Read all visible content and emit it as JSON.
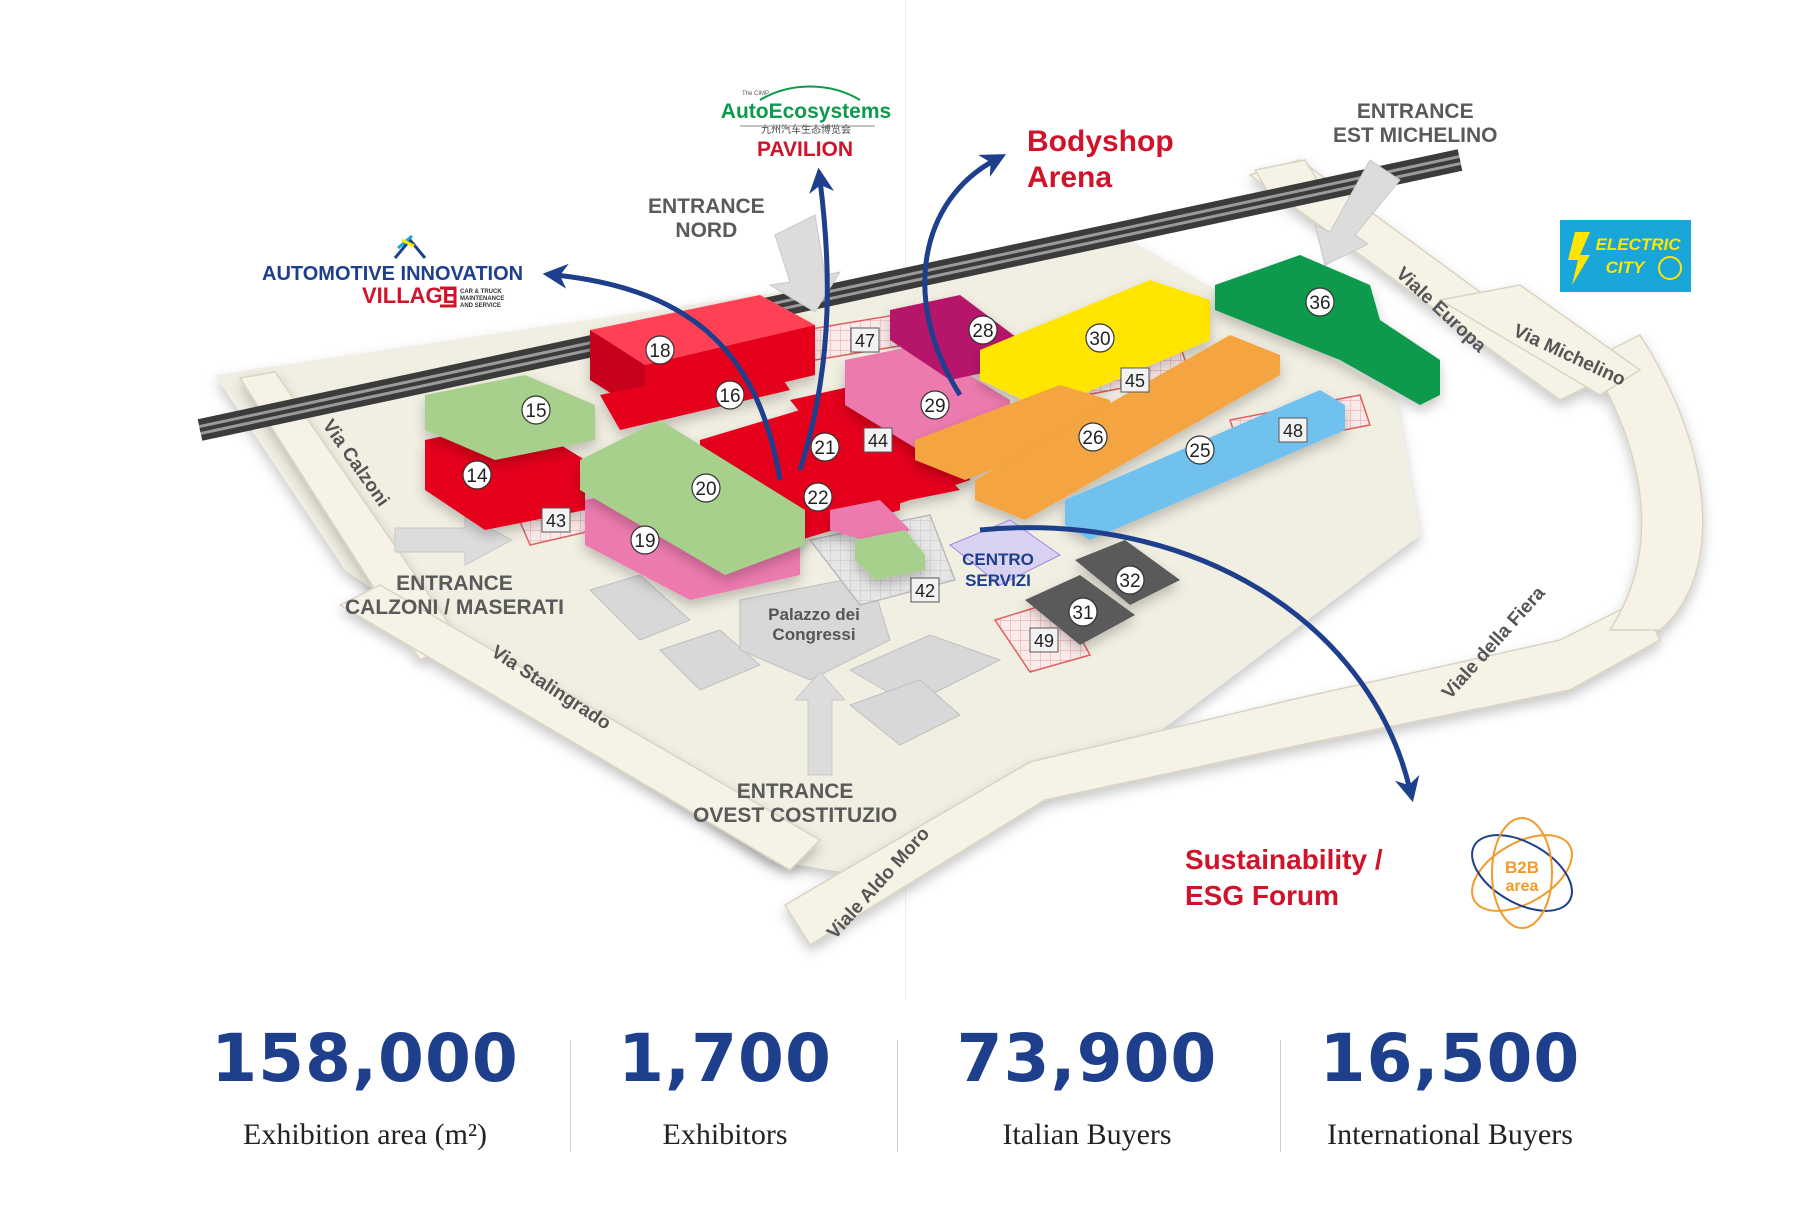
{
  "map": {
    "halls": [
      {
        "id": "14",
        "label": "14"
      },
      {
        "id": "15",
        "label": "15"
      },
      {
        "id": "16",
        "label": "16"
      },
      {
        "id": "18",
        "label": "18"
      },
      {
        "id": "19",
        "label": "19"
      },
      {
        "id": "20",
        "label": "20"
      },
      {
        "id": "21",
        "label": "21"
      },
      {
        "id": "22",
        "label": "22"
      },
      {
        "id": "25",
        "label": "25"
      },
      {
        "id": "26",
        "label": "26"
      },
      {
        "id": "28",
        "label": "28"
      },
      {
        "id": "29",
        "label": "29"
      },
      {
        "id": "30",
        "label": "30"
      },
      {
        "id": "31",
        "label": "31"
      },
      {
        "id": "32",
        "label": "32"
      },
      {
        "id": "36",
        "label": "36"
      }
    ],
    "areas": [
      "42",
      "43",
      "44",
      "45",
      "47",
      "48",
      "49"
    ],
    "streets": {
      "via_calzoni": "Via Calzoni",
      "via_stalingrado": "Via Stalingrado",
      "viale_aldo_moro": "Viale Aldo Moro",
      "viale_della_fiera": "Viale della Fiera",
      "viale_europa": "Viale Europa",
      "via_michelino": "Via Michelino"
    },
    "entrances": {
      "nord_1": "ENTRANCE",
      "nord_2": "NORD",
      "est_1": "ENTRANCE",
      "est_2": "EST MICHELINO",
      "calzoni_1": "ENTRANCE",
      "calzoni_2": "CALZONI / MASERATI",
      "ovest_1": "ENTRANCE",
      "ovest_2": "OVEST COSTITUZIO"
    },
    "buildings": {
      "palazzo_1": "Palazzo dei",
      "palazzo_2": "Congressi",
      "centro_1": "CENTRO",
      "centro_2": "SERVIZI"
    },
    "features": {
      "bodyshop_1": "Bodyshop",
      "bodyshop_2": "Arena",
      "esg_1": "Sustainability /",
      "esg_2": "ESG Forum",
      "pavilion": "PAVILION",
      "autoeco_top": "The CIMP",
      "autoeco_name": "AutoEcosystems",
      "autoeco_cn": "九州汽车生态博览会",
      "aiv_1": "AUTOMOTIVE INNOVATION",
      "aiv_2": "VILLAGE",
      "aiv_sub1": "CAR & TRUCK",
      "aiv_sub2": "MAINTENANCE",
      "aiv_sub3": "AND SERVICE",
      "electric_1": "ELECTRIC",
      "electric_2": "CITY",
      "b2b_1": "B2B",
      "b2b_2": "area"
    },
    "colors": {
      "red": "#e5001f",
      "green": "#a8d08d",
      "pink": "#ec7aae",
      "magenta": "#b5126b",
      "yellow": "#ffe500",
      "orange": "#f4a43f",
      "blue": "#6fc1ee",
      "darkgreen": "#0d9a4d",
      "gray": "#5a5a5a",
      "ground": "#f2efe3",
      "road": "#f6f3e6",
      "arrow": "#1d3f8c",
      "accent": "#d1122b"
    }
  },
  "stats": [
    {
      "value": "158,000",
      "caption": "Exhibition area (m²)"
    },
    {
      "value": "1,700",
      "caption": "Exhibitors"
    },
    {
      "value": "73,900",
      "caption": "Italian Buyers"
    },
    {
      "value": "16,500",
      "caption": "International Buyers"
    }
  ]
}
